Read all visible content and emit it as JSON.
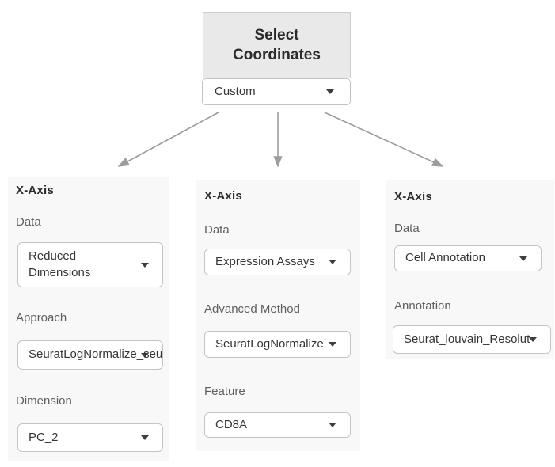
{
  "header": {
    "box_title": "Select Coordinates",
    "selector_value": "Custom"
  },
  "panels": [
    {
      "heading": "X-Axis",
      "fields": [
        {
          "label": "Data",
          "value": "Reduced Dimensions"
        },
        {
          "label": "Approach",
          "value": "SeuratLogNormalize_seu"
        },
        {
          "label": "Dimension",
          "value": "PC_2"
        }
      ]
    },
    {
      "heading": "X-Axis",
      "fields": [
        {
          "label": "Data",
          "value": "Expression Assays"
        },
        {
          "label": "Advanced Method",
          "value": "SeuratLogNormalize"
        },
        {
          "label": "Feature",
          "value": "CD8A"
        }
      ]
    },
    {
      "heading": "X-Axis",
      "fields": [
        {
          "label": "Data",
          "value": "Cell Annotation"
        },
        {
          "label": "Annotation",
          "value": "Seurat_louvain_Resolut"
        }
      ]
    }
  ],
  "colors": {
    "node_bg": "#e9e9e9",
    "panel_bg": "#f8f8f8",
    "box_border": "#c5c5c5",
    "arrow": "#9c9c9c",
    "heading_text": "#2b2b2b",
    "label_text": "#5f5f5f"
  }
}
